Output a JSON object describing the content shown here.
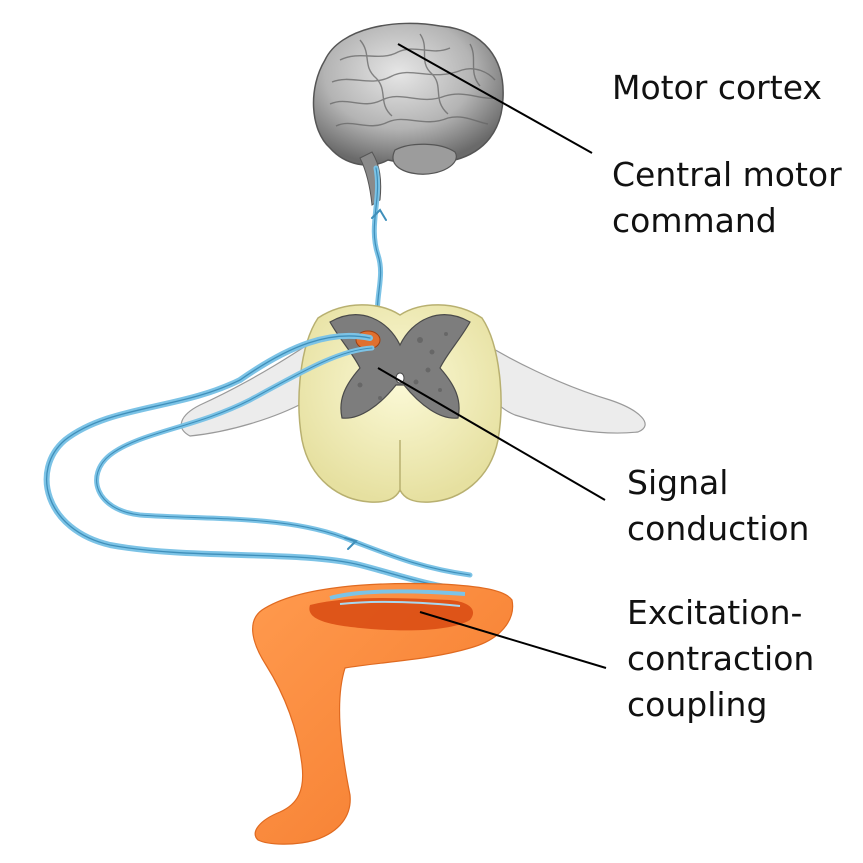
{
  "labels": {
    "motor_cortex": "Motor cortex",
    "central_motor_line1": "Central motor",
    "central_motor_line2": "command",
    "signal_line1": "Signal",
    "signal_line2": "conduction",
    "excitation_line1": "Excitation-",
    "excitation_line2": "contraction",
    "excitation_line3": "coupling"
  },
  "colors": {
    "nerve": "#7cc3e6",
    "brain": "#b4b4b4",
    "spinal_white_matter": "#f2eeb4",
    "spinal_grey_matter": "#7d7d7d",
    "muscle": "#ff8a3c",
    "muscle_dark": "#d84a12",
    "leader_line": "#000000"
  }
}
